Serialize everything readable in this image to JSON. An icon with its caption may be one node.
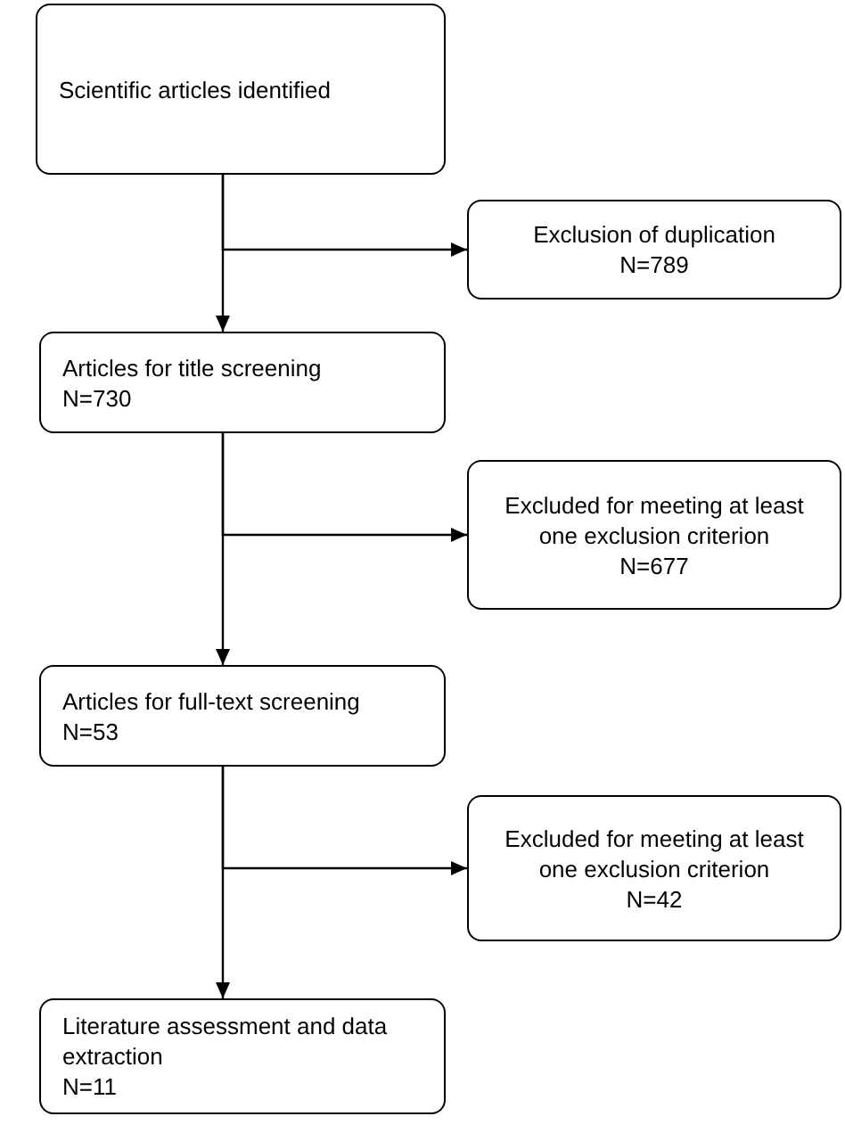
{
  "diagram": {
    "nodes": [
      {
        "text": [
          "Scientific articles identified"
        ]
      },
      {
        "text": [
          "Exclusion of duplication",
          "N=789"
        ]
      },
      {
        "text": [
          "Articles for title screening",
          "N=730"
        ]
      },
      {
        "text": [
          "Excluded for meeting at least one exclusion criterion",
          "N=677"
        ]
      },
      {
        "text": [
          "Articles for full-text screening",
          "N=53"
        ]
      },
      {
        "text": [
          "Excluded for meeting at least one exclusion criterion",
          "N=42"
        ]
      },
      {
        "text": [
          "Literature assessment and data extraction",
          "N=11"
        ]
      }
    ],
    "edges": [
      {
        "from": 0,
        "to": 2,
        "arrow": "to"
      },
      {
        "from": 0,
        "to": 1,
        "arrow": "to"
      },
      {
        "from": 2,
        "to": 4,
        "arrow": "to"
      },
      {
        "from": 2,
        "to": 3,
        "arrow": "to"
      },
      {
        "from": 4,
        "to": 6,
        "arrow": "to"
      },
      {
        "from": 4,
        "to": 5,
        "arrow": "to"
      }
    ]
  }
}
